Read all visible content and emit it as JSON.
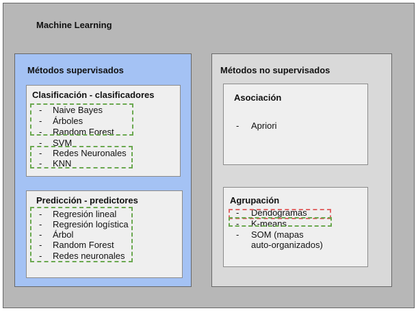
{
  "title": "Machine Learning",
  "supervised": {
    "title": "Métodos supervisados",
    "classification": {
      "title": "Clasificación - clasificadores",
      "items": [
        "Naive Bayes",
        "Árboles",
        "Random Forest",
        "SVM",
        "Redes Neuronales",
        "KNN"
      ]
    },
    "prediction": {
      "title": "Predicción - predictores",
      "items": [
        "Regresión lineal",
        "Regresión logística",
        "Árbol",
        "Random Forest",
        "Redes neuronales"
      ]
    }
  },
  "unsupervised": {
    "title": "Métodos no supervisados",
    "association": {
      "title": "Asociación",
      "items": [
        "Apriori"
      ]
    },
    "clustering": {
      "title": "Agrupación",
      "items": [
        "Dendogramas",
        "K-means",
        "SOM (mapas",
        "auto-organizados)"
      ]
    }
  },
  "bullet": "-",
  "colors": {
    "outer": "#b7b7b7",
    "supervised": "#a4c2f4",
    "unsupervised": "#d9d9d9",
    "card": "#efefef",
    "green_highlight": "#6aa84f",
    "red_highlight": "#e06666"
  }
}
